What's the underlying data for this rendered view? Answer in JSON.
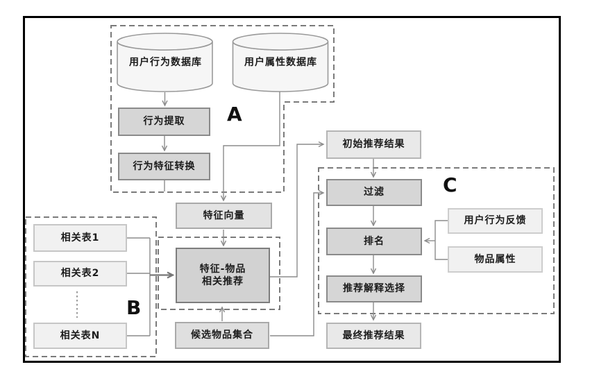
{
  "diagram": {
    "title_hint": "recommendation-pipeline-flowchart",
    "sections": {
      "a": "A",
      "b": "B",
      "c": "C"
    },
    "nodes": {
      "user_behavior_db": "用户行为数据库",
      "user_attribute_db": "用户属性数据库",
      "behavior_extraction": "行为提取",
      "behavior_feature_conversion": "行为特征转换",
      "feature_vector": "特征向量",
      "feature_item_rec_line1": "特征-物品",
      "feature_item_rec_line2": "相关推荐",
      "related_table_1": "相关表1",
      "related_table_2": "相关表2",
      "related_table_n": "相关表N",
      "candidate_item_set": "候选物品集合",
      "initial_rec_result": "初始推荐结果",
      "filter": "过滤",
      "ranking": "排名",
      "rec_explanation_selection": "推荐解释选择",
      "final_rec_result": "最终推荐结果",
      "user_behavior_feedback": "用户行为反馈",
      "item_attribute": "物品属性"
    },
    "colors": {
      "frame_border": "#000000",
      "dashed_border": "#7a7a7a",
      "connector": "#8c8c8c",
      "process_fill": "#d6d6d6",
      "process_border": "#8a8a8a",
      "feature_fill": "#d2d2d2",
      "light_fill": "#f1f1f1",
      "result_fill": "#e9e9e9",
      "cylinder_fill": "#f6f6f6",
      "text": "#1c1c1c"
    }
  }
}
